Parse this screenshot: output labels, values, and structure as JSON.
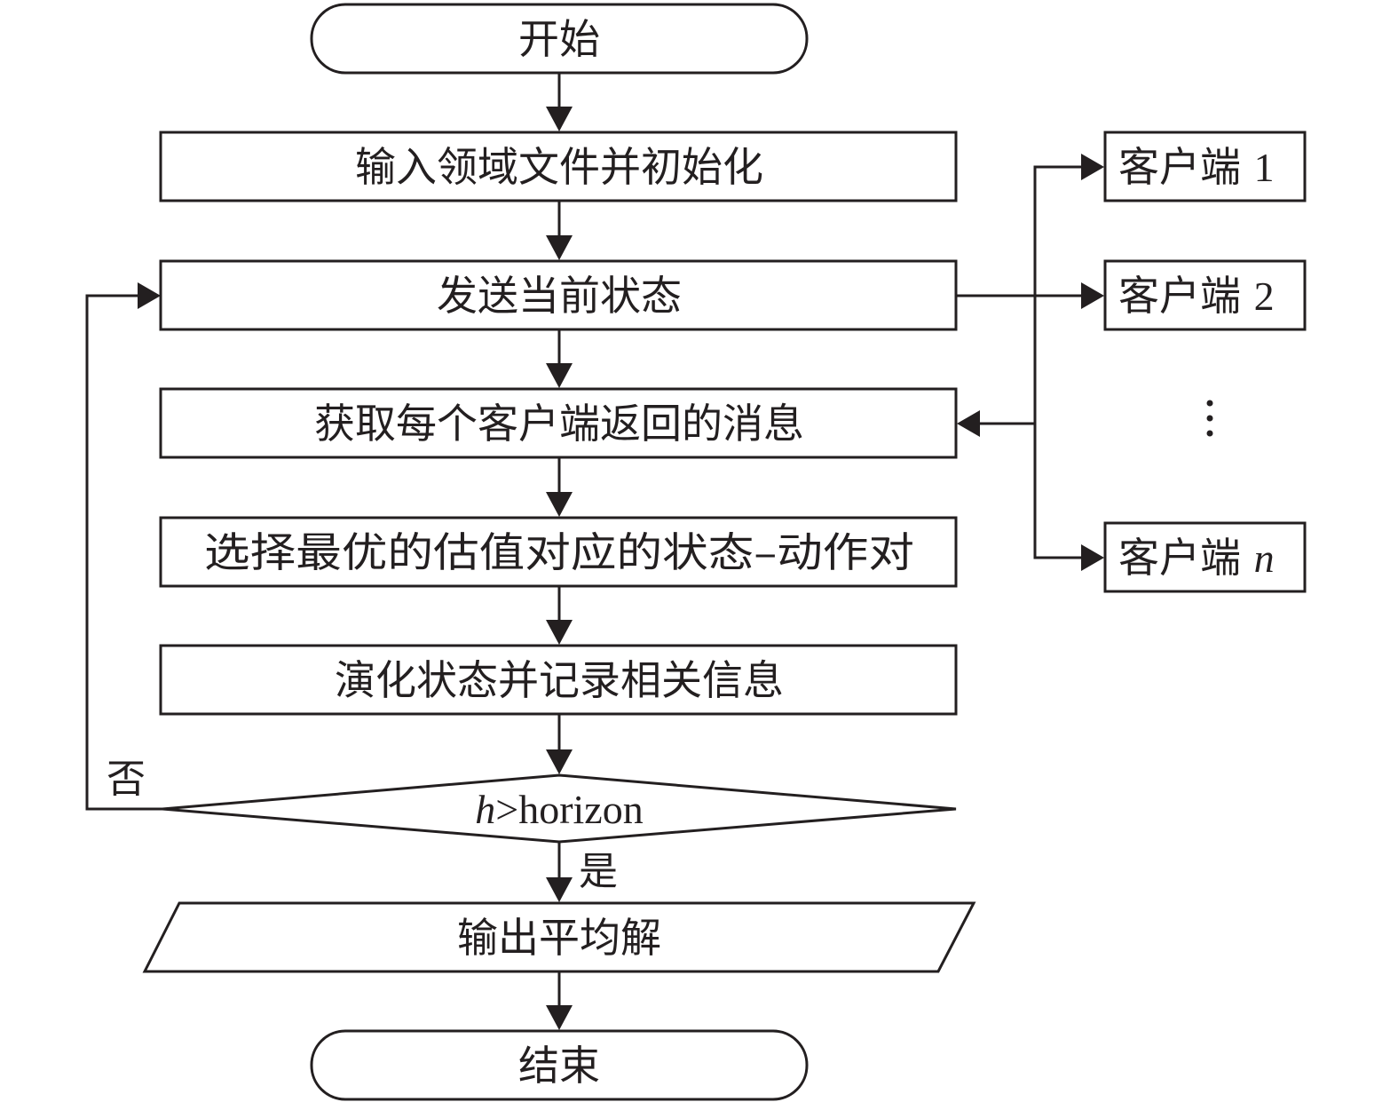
{
  "flowchart": {
    "start": "开始",
    "steps": [
      "输入领域文件并初始化",
      "发送当前状态",
      "获取每个客户端返回的消息",
      "选择最优的估值对应的状态–动作对",
      "演化状态并记录相关信息"
    ],
    "decision": {
      "var": "h",
      "op_text": ">horizon",
      "no_label": "否",
      "yes_label": "是"
    },
    "output": "输出平均解",
    "end": "结束",
    "clients": [
      {
        "prefix": "客户端 ",
        "index": "1",
        "index_italic": false
      },
      {
        "prefix": "客户端 ",
        "index": "2",
        "index_italic": false
      },
      {
        "prefix": "客户端 ",
        "index": "n",
        "index_italic": true
      }
    ],
    "ellipsis": "⋮"
  }
}
